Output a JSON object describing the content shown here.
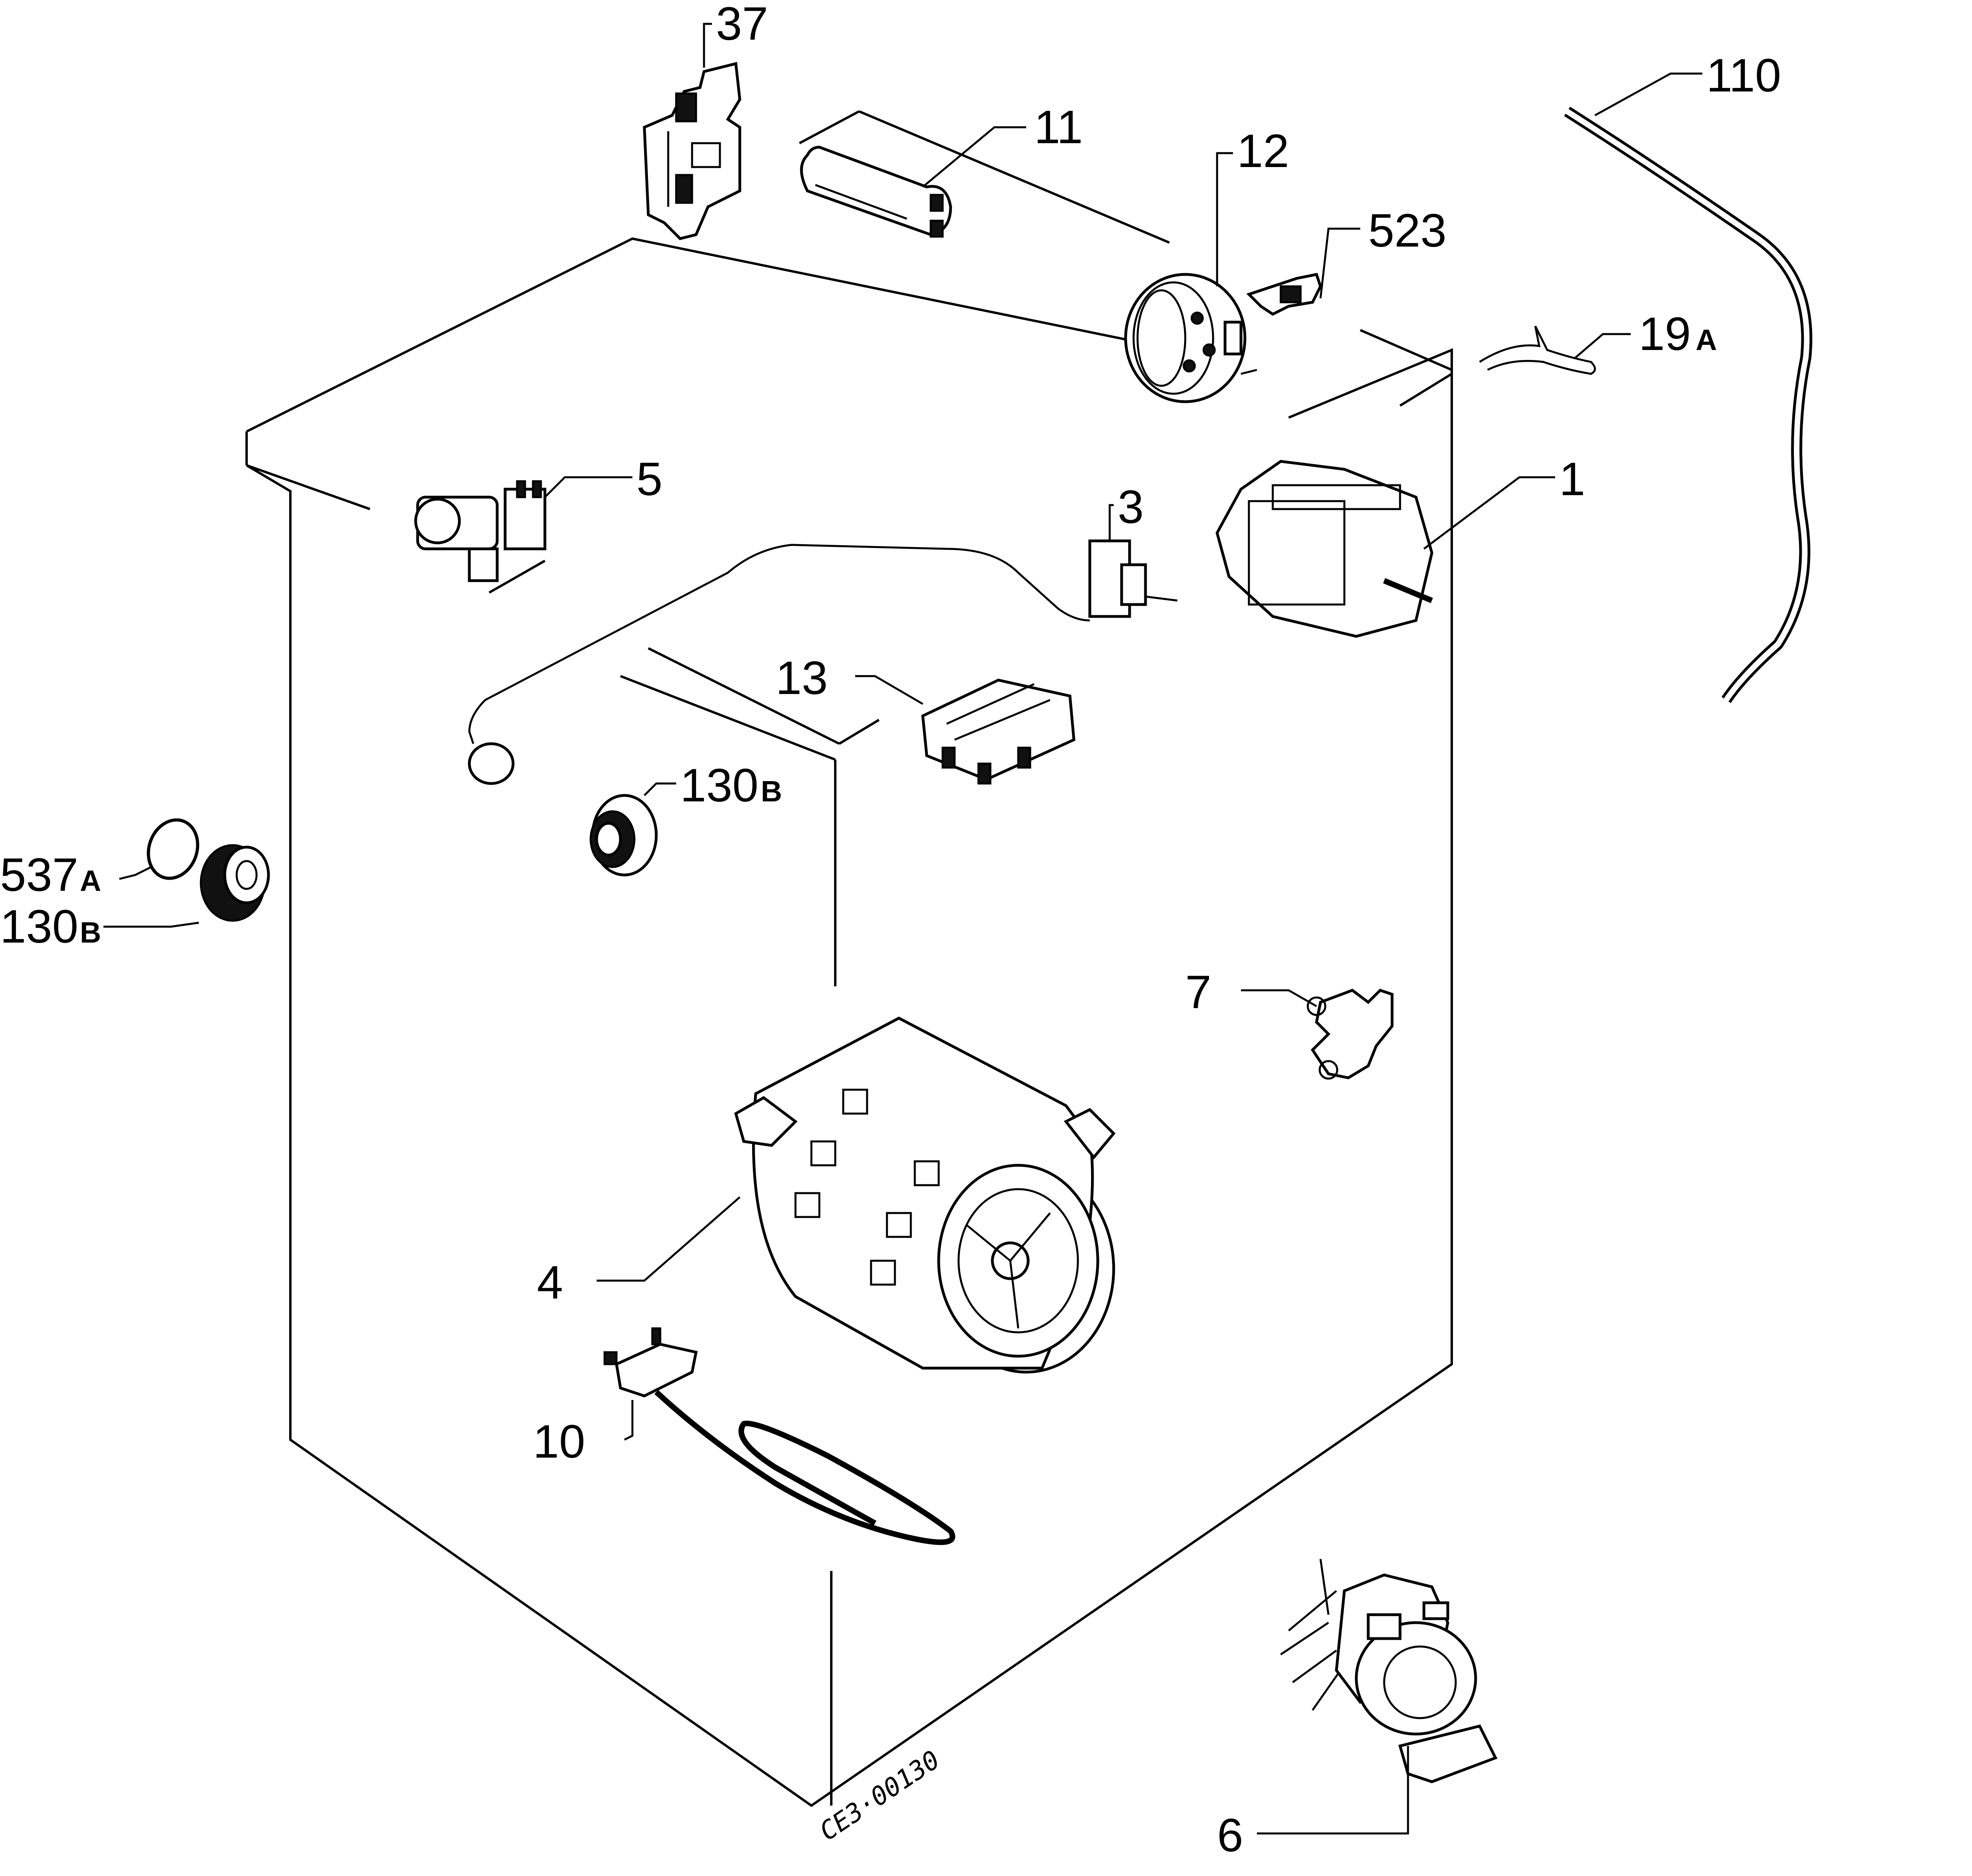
{
  "diagram": {
    "drawing_code": "CE3·00130",
    "callouts": [
      {
        "id": "37",
        "number": "37",
        "suffix": ""
      },
      {
        "id": "11",
        "number": "11",
        "suffix": ""
      },
      {
        "id": "12",
        "number": "12",
        "suffix": ""
      },
      {
        "id": "523",
        "number": "523",
        "suffix": ""
      },
      {
        "id": "110",
        "number": "110",
        "suffix": ""
      },
      {
        "id": "19a",
        "number": "19",
        "suffix": "A"
      },
      {
        "id": "5",
        "number": "5",
        "suffix": ""
      },
      {
        "id": "3",
        "number": "3",
        "suffix": ""
      },
      {
        "id": "1",
        "number": "1",
        "suffix": ""
      },
      {
        "id": "13",
        "number": "13",
        "suffix": ""
      },
      {
        "id": "130b-front",
        "number": "130",
        "suffix": "B"
      },
      {
        "id": "537a",
        "number": "537",
        "suffix": "A"
      },
      {
        "id": "130b-side",
        "number": "130",
        "suffix": "B"
      },
      {
        "id": "7",
        "number": "7",
        "suffix": ""
      },
      {
        "id": "4",
        "number": "4",
        "suffix": ""
      },
      {
        "id": "10",
        "number": "10",
        "suffix": ""
      },
      {
        "id": "6",
        "number": "6",
        "suffix": ""
      }
    ]
  }
}
